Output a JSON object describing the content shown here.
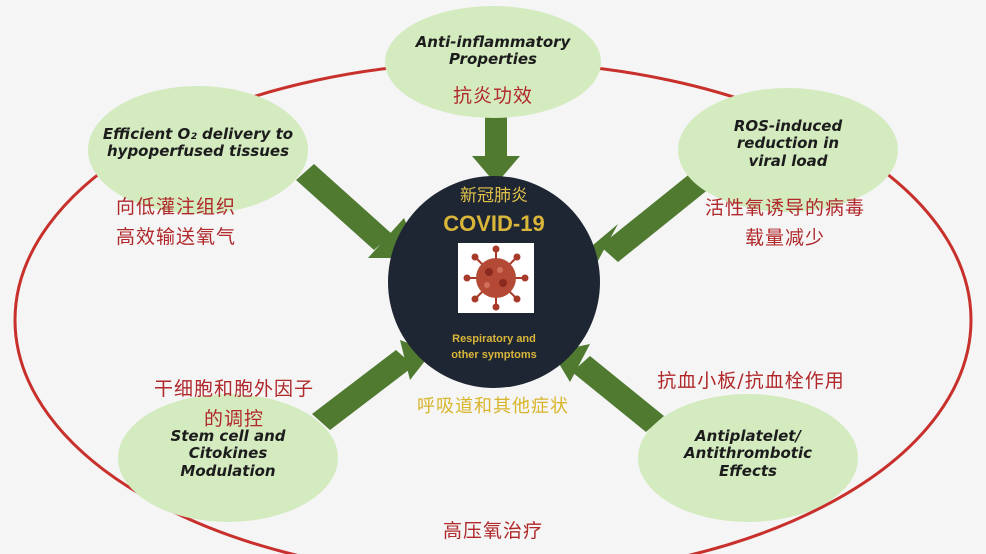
{
  "center": {
    "title_zh": "新冠肺炎",
    "title_en": "COVID-19",
    "symptoms_en": "Respiratory and other symptoms",
    "symptoms_zh": "呼吸道和其他症状"
  },
  "nodes": {
    "anti_inflammatory": {
      "en": "Anti-inflammatory Properties",
      "zh": "抗炎功效"
    },
    "oxygen_delivery": {
      "en": "Efficient O₂ delivery to hypoperfused tissues",
      "zh": "向低灌注组织高效输送氧气"
    },
    "ros": {
      "en": "ROS-induced reduction in viral load",
      "zh": "活性氧诱导的病毒载量减少"
    },
    "stem_cell": {
      "en": "Stem cell and Citokines Modulation",
      "zh": "干细胞和胞外因子的调控"
    },
    "antiplatelet": {
      "en": "Antiplatelet/ Antithrombotic Effects",
      "zh": "抗血小板/抗血栓作用"
    }
  },
  "outer_label_zh": "高压氧治疗",
  "colors": {
    "background": "#f5f5f5",
    "ellipse_fill": "#d4ebc0",
    "arrow": "#4f7a30",
    "outer_ring": "#c8302c",
    "center_fill": "#1f2633",
    "gold_text": "#d9b63a",
    "chinese_text": "#b0282a",
    "virus": "#a83a2a"
  },
  "icons": {
    "center_image": "coronavirus-icon"
  }
}
